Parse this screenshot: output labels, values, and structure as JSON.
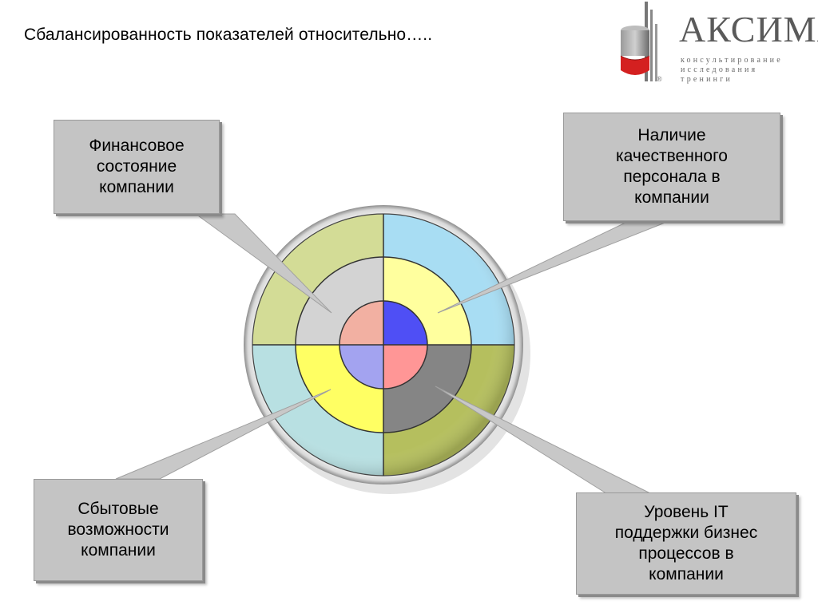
{
  "title": "Сбалансированность показателей относительно…..",
  "logo": {
    "name": "АКСИМА",
    "tagline": [
      "консультирование",
      "исследования",
      "тренинги"
    ],
    "mark": "®"
  },
  "boxes": {
    "financial": [
      "Финансовое",
      "состояние",
      "компании"
    ],
    "personnel": [
      "Наличие",
      "качественного",
      "персонала в",
      "компании"
    ],
    "sales": [
      "Сбытовые",
      "возможности",
      "компании"
    ],
    "it": [
      "Уровень IT",
      "поддержки бизнес",
      "процессов в",
      "компании"
    ]
  },
  "colors": {
    "outer": [
      "#d3dc96",
      "#a8ddf3",
      "#b5bf5e",
      "#b8e0e2"
    ],
    "middle": [
      "#d3d3d3",
      "#ffff9e",
      "#858585",
      "#ffff63"
    ],
    "inner": [
      "#f2b0a2",
      "#4f4ff5",
      "#ff9696",
      "#a3a3f0"
    ],
    "callout": "#c8c8c8",
    "logo_red": "#d42020",
    "logo_gray": "#7a7a7a"
  }
}
